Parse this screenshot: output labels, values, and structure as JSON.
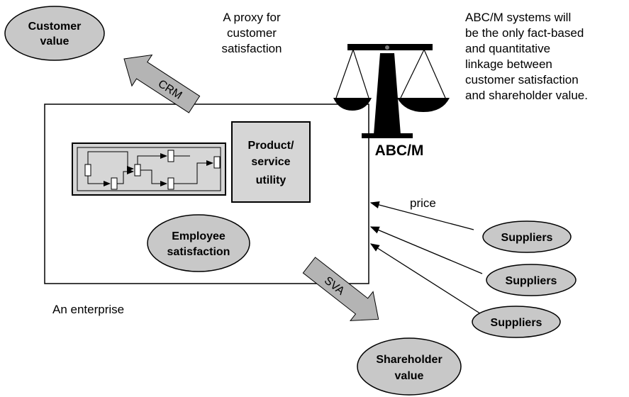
{
  "customer_value": [
    "Customer",
    "value"
  ],
  "proxy_note": [
    "A proxy for",
    "customer",
    "satisfaction"
  ],
  "abcm_note": [
    "ABC/M systems will",
    "be the only fact-based",
    "and quantitative",
    "linkage between",
    "customer satisfaction",
    "and shareholder value."
  ],
  "abcm_label": "ABC/M",
  "crm_label": "CRM",
  "product_utility": [
    "Product/",
    "service",
    "utility"
  ],
  "employee_satisfaction": [
    "Employee",
    "satisfaction"
  ],
  "price_label": "price",
  "suppliers": [
    "Suppliers",
    "Suppliers",
    "Suppliers"
  ],
  "enterprise_label": "An enterprise",
  "sva_label": "SVA",
  "shareholder_value": [
    "Shareholder",
    "value"
  ],
  "colors": {
    "ellipse_fill": "#c8c8c8",
    "arrow_fill": "#b4b4b4",
    "box_fill": "#d6d6d6",
    "scale_fill": "#000000"
  }
}
